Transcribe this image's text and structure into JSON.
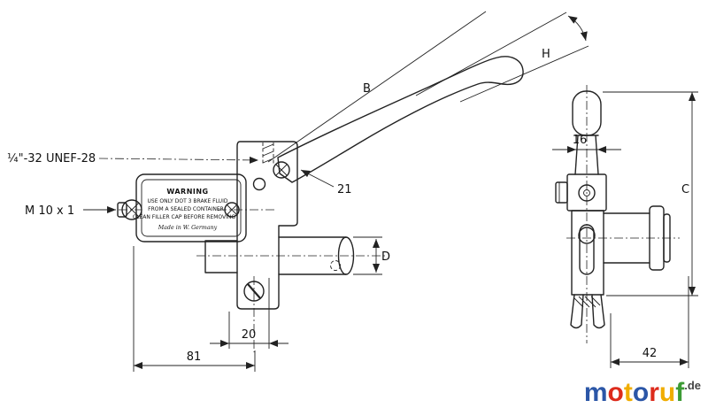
{
  "drawing": {
    "line_color": "#222222",
    "labels": {
      "thread_top": "¼\"-32 UNEF-28",
      "thread_left": "M 10 x 1",
      "dim_b": "B",
      "dim_h": "H",
      "dim_21": "21",
      "dim_d": "D",
      "dim_20": "20",
      "dim_81": "81",
      "dim_16": "16",
      "dim_c": "C",
      "dim_42": "42"
    },
    "warning_label": {
      "title": "WARNING",
      "line1": "USE ONLY DOT 3 BRAKE FLUID",
      "line2": "FROM A SEALED CONTAINER",
      "line3": "CLEAN FILLER CAP BEFORE REMOVING",
      "line4": "Made in W. Germany"
    }
  },
  "logo": {
    "letters": [
      {
        "char": "m",
        "color": "#2b56a7"
      },
      {
        "char": "o",
        "color": "#dd2b1c"
      },
      {
        "char": "t",
        "color": "#f0ad00"
      },
      {
        "char": "o",
        "color": "#2b56a7"
      },
      {
        "char": "r",
        "color": "#dd2b1c"
      },
      {
        "char": "u",
        "color": "#f0ad00"
      },
      {
        "char": "f",
        "color": "#3c9b35"
      }
    ],
    "suffix": ".de",
    "suffix_color": "#444444"
  }
}
